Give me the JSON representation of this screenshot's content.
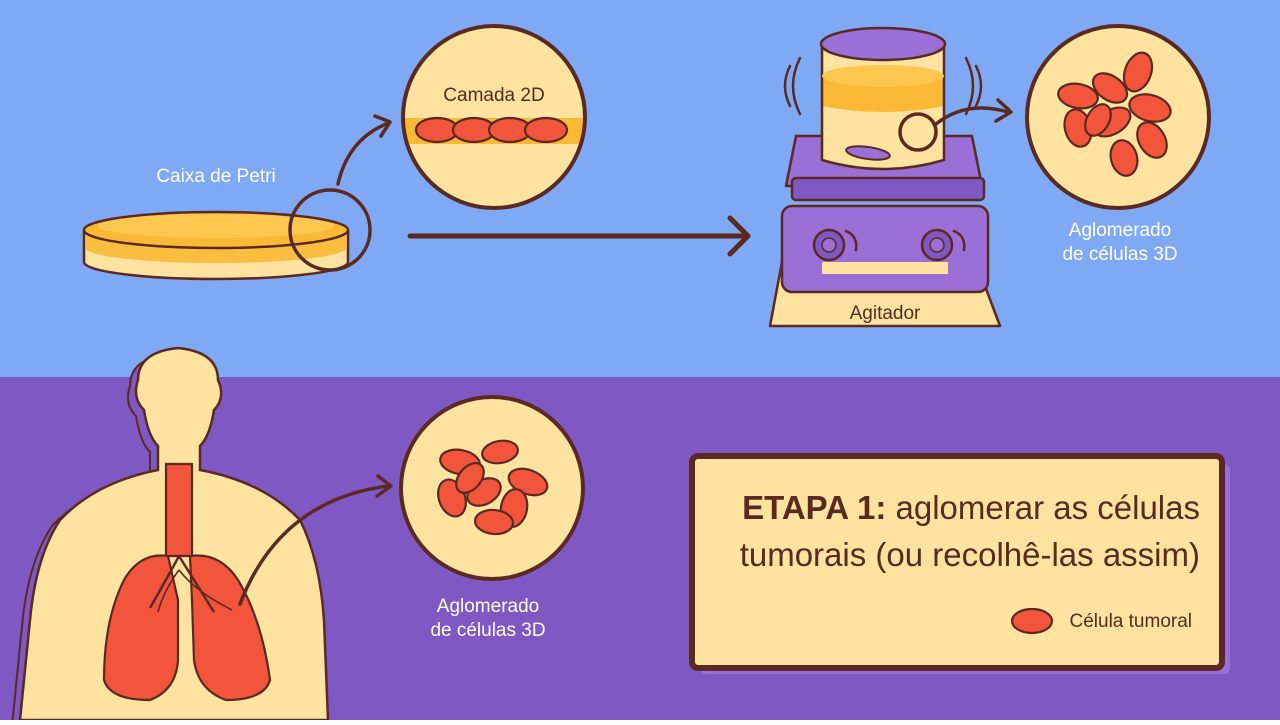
{
  "labels": {
    "petri_dish": "Caixa de Petri",
    "layer_2d": "Camada 2D",
    "cluster_top_line1": "Aglomerado",
    "cluster_top_line2": "de células 3D",
    "shaker": "Agitador",
    "cluster_bottom_line1": "Aglomerado",
    "cluster_bottom_line2": "de células 3D"
  },
  "step": {
    "number": "ETAPA 1:",
    "text_line1": " aglomerar as células",
    "text_line2": "tumorais (ou recolhê-las assim)"
  },
  "legend": {
    "label": "Célula tumoral"
  },
  "colors": {
    "sky_blue": "#7fa8f5",
    "purple": "#7f58c4",
    "cream": "#fde2a0",
    "outline": "#5a2a22",
    "cell": "#f2553b",
    "medium": "#f9b934",
    "lavender": "#9a6fd6"
  }
}
